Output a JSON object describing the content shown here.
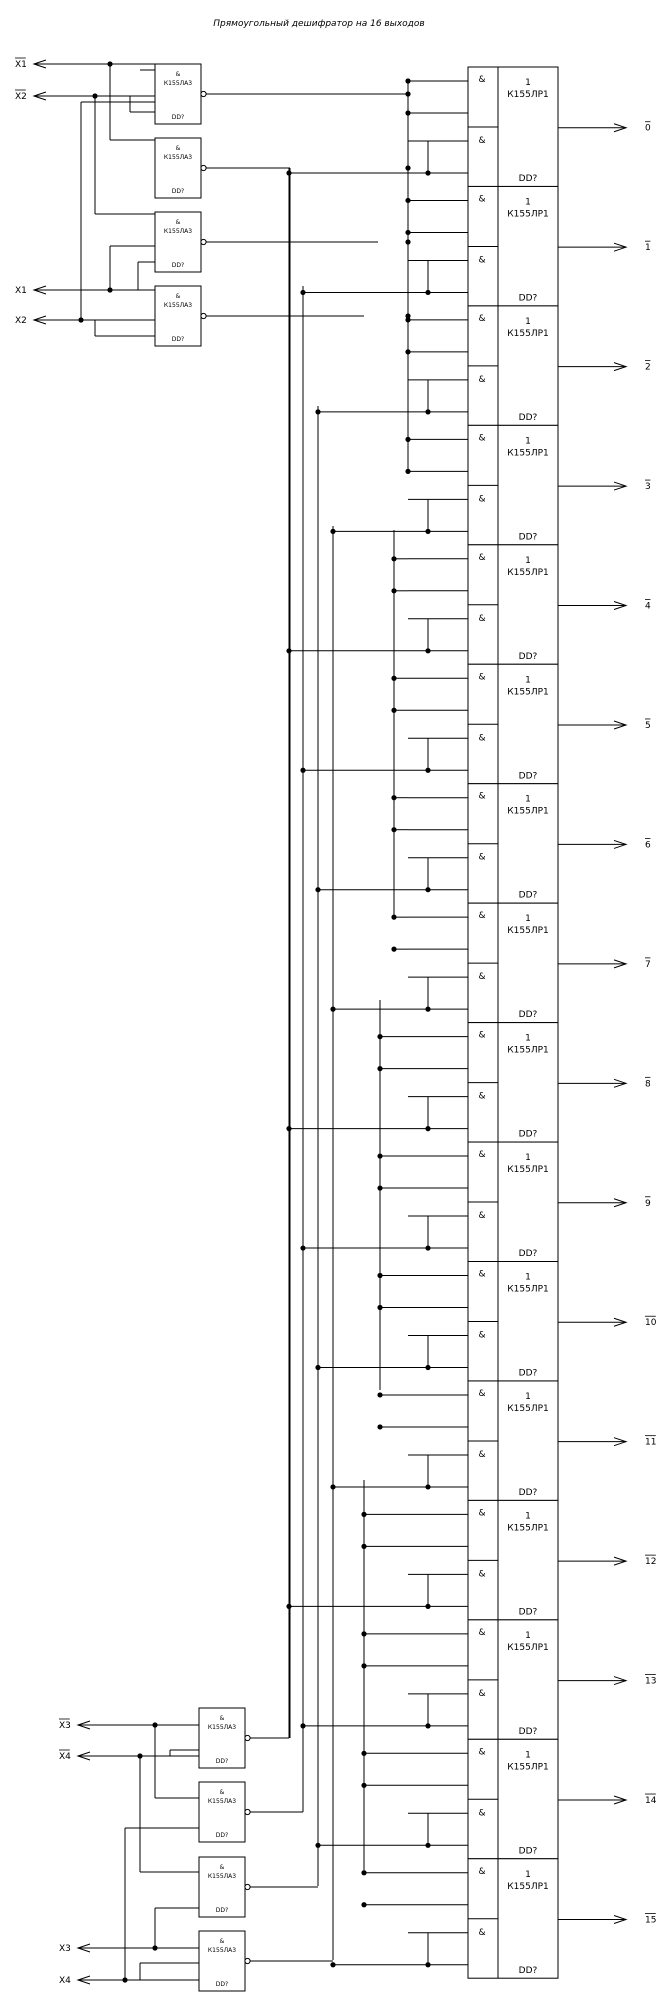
{
  "title": "Прямоугольный дешифратор на 16 выходов",
  "upper_decoder": {
    "inputs": [
      {
        "label": "X1",
        "inverted": true
      },
      {
        "label": "X2",
        "inverted": true
      },
      {
        "label": "X1",
        "inverted": false
      },
      {
        "label": "X2",
        "inverted": false
      }
    ],
    "gate_symbol": "&",
    "gate_part": "К155ЛА3",
    "gate_ref": "DD?",
    "gate_count": 4
  },
  "lower_decoder": {
    "inputs": [
      {
        "label": "X3",
        "inverted": true
      },
      {
        "label": "X4",
        "inverted": true
      },
      {
        "label": "X3",
        "inverted": false
      },
      {
        "label": "X4",
        "inverted": false
      }
    ],
    "gate_symbol": "&",
    "gate_part": "К155ЛА3",
    "gate_ref": "DD?",
    "gate_count": 4
  },
  "output_stage": {
    "chip_function": "1",
    "chip_part": "К155ЛР1",
    "chip_ref": "DD?",
    "and_symbol": "&",
    "chip_count": 16
  },
  "outputs": [
    "0",
    "1",
    "2",
    "3",
    "4",
    "5",
    "6",
    "7",
    "8",
    "9",
    "10",
    "11",
    "12",
    "13",
    "14",
    "15"
  ],
  "colors": {
    "line": "#000000",
    "background": "#ffffff"
  }
}
